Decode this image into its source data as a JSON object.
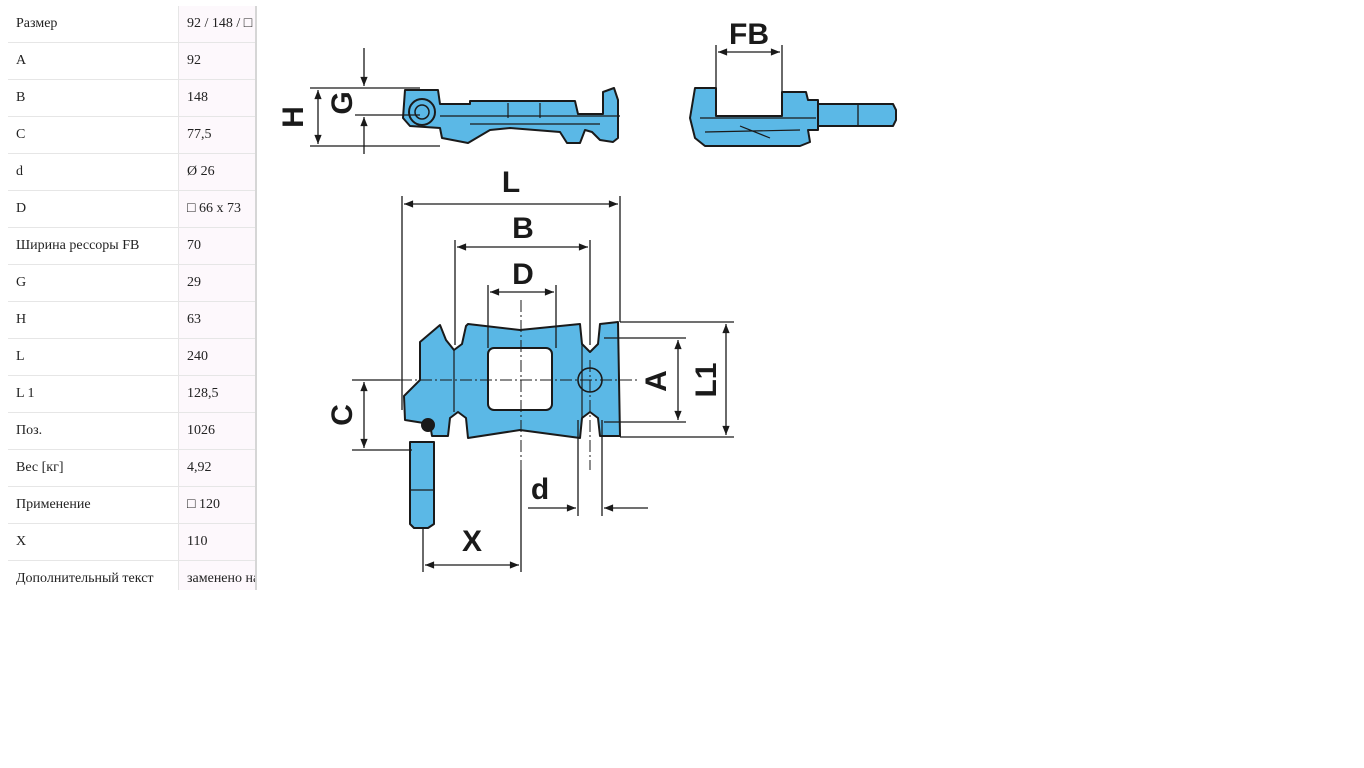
{
  "spec_table": {
    "rows": [
      {
        "key": "Размер",
        "value": "92 / 148 / □"
      },
      {
        "key": "A",
        "value": "92"
      },
      {
        "key": "B",
        "value": "148"
      },
      {
        "key": "C",
        "value": "77,5"
      },
      {
        "key": "d",
        "value": "Ø 26"
      },
      {
        "key": "D",
        "value": "□ 66 x 73"
      },
      {
        "key": "Ширина рессоры FB",
        "value": "70"
      },
      {
        "key": "G",
        "value": "29"
      },
      {
        "key": "H",
        "value": "63"
      },
      {
        "key": "L",
        "value": "240"
      },
      {
        "key": "L 1",
        "value": "128,5"
      },
      {
        "key": "Поз.",
        "value": "1026"
      },
      {
        "key": "Вес [кг]",
        "value": "4,92"
      },
      {
        "key": "Применение",
        "value": "□ 120"
      },
      {
        "key": "X",
        "value": "110"
      },
      {
        "key": "Дополнительный текст",
        "value": "заменено на"
      }
    ]
  },
  "drawing": {
    "part_color": "#5bb8e6",
    "line_color": "#1a1a1a",
    "labels": {
      "H": "H",
      "G": "G",
      "FB": "FB",
      "L": "L",
      "B": "B",
      "D": "D",
      "A": "A",
      "L1": "L1",
      "C": "C",
      "d": "d",
      "X": "X"
    }
  }
}
